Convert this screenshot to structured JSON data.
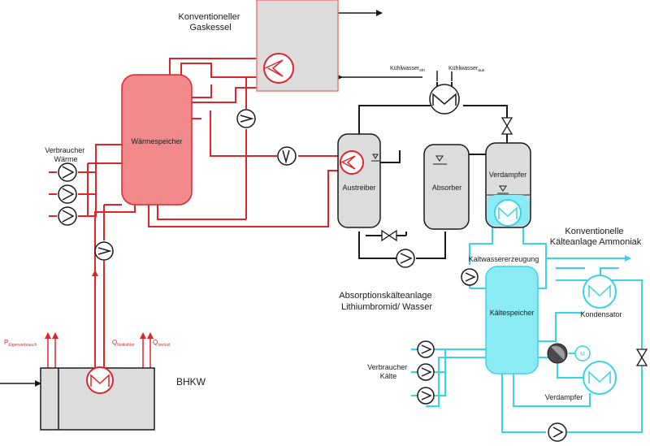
{
  "colors": {
    "heat": "#e0242b",
    "heat_fill": "#f28a8c",
    "cold": "#39d3e6",
    "cold_fill": "#8ceaf4",
    "absorption": "#1a1a1a",
    "unit_fill": "#dcdcdc",
    "boiler_stroke": "#e37f7f"
  },
  "labels": {
    "gaskessel": [
      "Konventioneller",
      "Gaskessel"
    ],
    "waermespeicher": "Wärmespeicher",
    "verbraucher_waerme": [
      "Verbraucher",
      "Wärme"
    ],
    "kuehlwasser_ein": {
      "base": "Kühlwasser",
      "sub": "ein"
    },
    "kuehlwasser_aus": {
      "base": "Kühlwasser",
      "sub": "aus"
    },
    "austreiber": "Austreiber",
    "absorber": "Absorber",
    "verdampfer_abs": "Verdampfer",
    "kaelteanlage_ammoniak": [
      "Konventionelle",
      "Kälteanlage Ammoniak"
    ],
    "kaltwassererzeugung": "Kaltwassererzeugung",
    "absorptionskaelteanlage": [
      "Absorptionskälteanlage",
      "Lithiumbromid/ Wasser"
    ],
    "kaeltespeicher": "Kältespeicher",
    "kondensator": "Kondensator",
    "verbraucher_kaelte": [
      "Verbraucher",
      "Kälte"
    ],
    "verdampfer_nh3": "Verdampfer",
    "bhkw": "BHKW",
    "p_eigenverbrauch": {
      "base": "P",
      "sub": "Eigenverbrauch"
    },
    "q_notkuehler": {
      "base": "Q",
      "sub": "Notkühler"
    },
    "q_verlust": {
      "base": "Q",
      "sub": "Verlust"
    },
    "motor": "M"
  }
}
